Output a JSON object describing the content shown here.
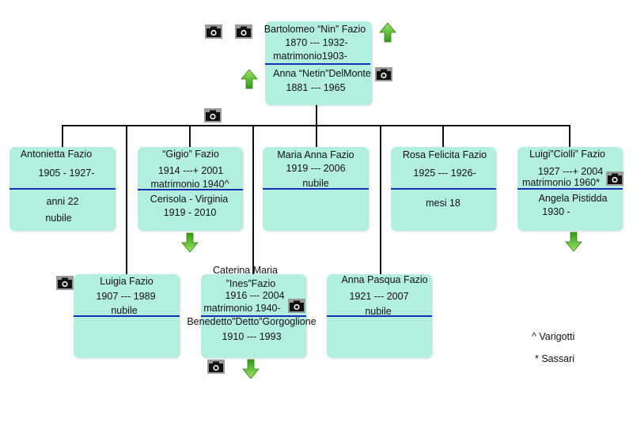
{
  "root": {
    "person": "Bartolomeo “Nin” Fazio",
    "person_years": "1870 --- 1932-",
    "marriage": "matrimonio1903-",
    "spouse": "Anna “Netin”DelMonte",
    "spouse_years": "1881 --- 1965"
  },
  "children": [
    {
      "name": "Antonietta Fazio",
      "years": "1905 - 1927-",
      "detail1": "anni 22",
      "detail2": "nubile"
    },
    {
      "name": "“Gigio” Fazio",
      "years": "1914 ---+ 2001",
      "marriage": "matrimonio 1940^",
      "spouse": "Cerisola - Virginia",
      "spouse_years": "1919 - 2010"
    },
    {
      "name": "Maria Anna Fazio",
      "years": "1919 --- 2006",
      "detail1": "nubile"
    },
    {
      "name": "Rosa Felicita Fazio",
      "years": "1925 --- 1926-",
      "detail1": "mesi 18"
    },
    {
      "name": "Luigi”Ciolli” Fazio",
      "years": "1927 ---+ 2004",
      "marriage": "matrimonio 1960*",
      "spouse": "Angela Pistidda",
      "spouse_years": "1930 -"
    },
    {
      "name": "Luigia Fazio",
      "years": "1907 --- 1989",
      "detail1": "nubile"
    },
    {
      "name1": "Caterina Maria",
      "name2": "”Ines”Fazio",
      "years": "1916 --- 2004",
      "marriage": "matrimonio 1940-",
      "spouse": "Benedetto”Detto”Gorgoglione",
      "spouse_years": "1910 --- 1993"
    },
    {
      "name": "Anna Pasqua Fazio",
      "years": "1921 --- 2007",
      "detail1": "nubile"
    }
  ],
  "legend": {
    "caret": "^ Varigotti",
    "star": "* Sassari"
  },
  "icons": {
    "photo": "camera-icon",
    "up": "green-up-arrow-icon",
    "down": "green-down-arrow-icon"
  }
}
